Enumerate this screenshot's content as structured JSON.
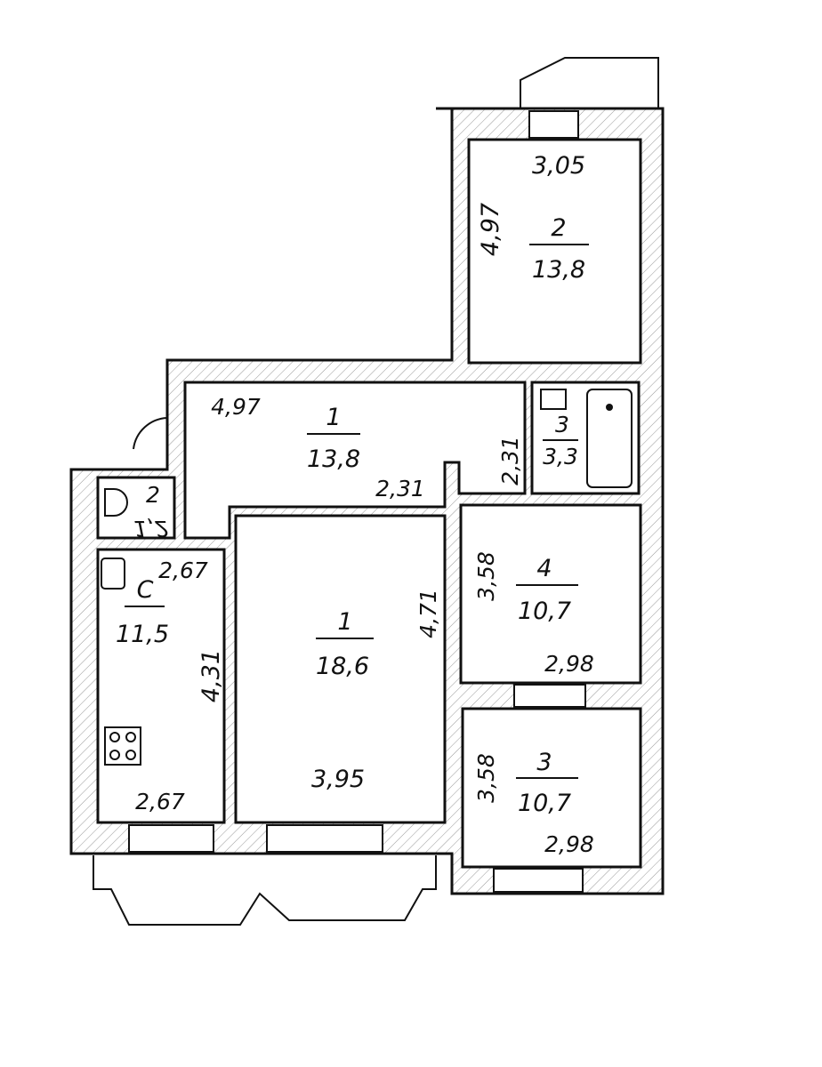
{
  "plan": {
    "rooms": [
      {
        "id": "room-2",
        "number": "2",
        "area": "13,8",
        "width": "3,05",
        "length": "4,97"
      },
      {
        "id": "hallway",
        "number": "1",
        "area": "13,8",
        "width": "4,97",
        "length": "2,31",
        "depth": "2,31"
      },
      {
        "id": "bathroom",
        "number": "3",
        "area": "3,3"
      },
      {
        "id": "toilet",
        "number": "2",
        "area": "1,2"
      },
      {
        "id": "kitchen",
        "number": "C",
        "area": "11,5",
        "width_top": "2,67",
        "width_bottom": "2,67",
        "length": "4,31"
      },
      {
        "id": "living-room",
        "number": "1",
        "area": "18,6",
        "width": "3,95",
        "length": "4,71"
      },
      {
        "id": "room-4",
        "number": "4",
        "area": "10,7",
        "width": "2,98",
        "length": "3,58"
      },
      {
        "id": "room-3",
        "number": "3",
        "area": "10,7",
        "width": "2,98",
        "length": "3,58"
      }
    ]
  }
}
